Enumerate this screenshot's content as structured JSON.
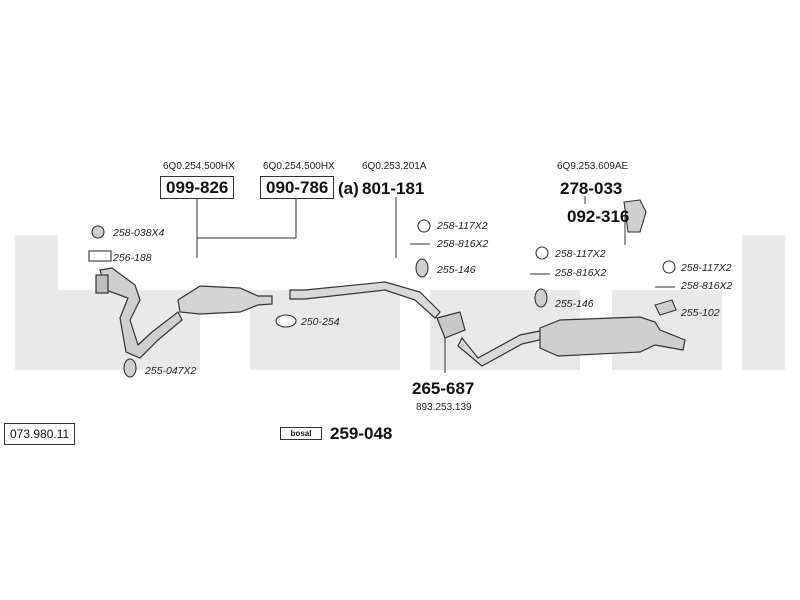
{
  "diagram": {
    "reference": "073.980.11",
    "logo_text": "bosal",
    "main_parts": [
      {
        "oem": "6Q0.254.500HX",
        "part": "099-826",
        "boxed": true
      },
      {
        "oem": "6Q0.254.500HX",
        "part": "090-786",
        "boxed": true,
        "suffix": "(a)"
      },
      {
        "oem": "6Q0.253.201A",
        "part": "801-181",
        "boxed": false
      },
      {
        "oem": "6Q9.253.609AE",
        "part": "278-033",
        "boxed": false
      }
    ],
    "bracket_part": "092-316",
    "center_part": {
      "part": "265-687",
      "oem": "893.253.139"
    },
    "kit_part": "259-048",
    "small_parts": [
      "258-038X4",
      "256-188",
      "250-254",
      "255-047X2",
      "258-117X2",
      "258-816X2",
      "255-146",
      "258-117X2",
      "258-816X2",
      "255-146",
      "258-117X2",
      "258-816X2",
      "255-102"
    ]
  }
}
